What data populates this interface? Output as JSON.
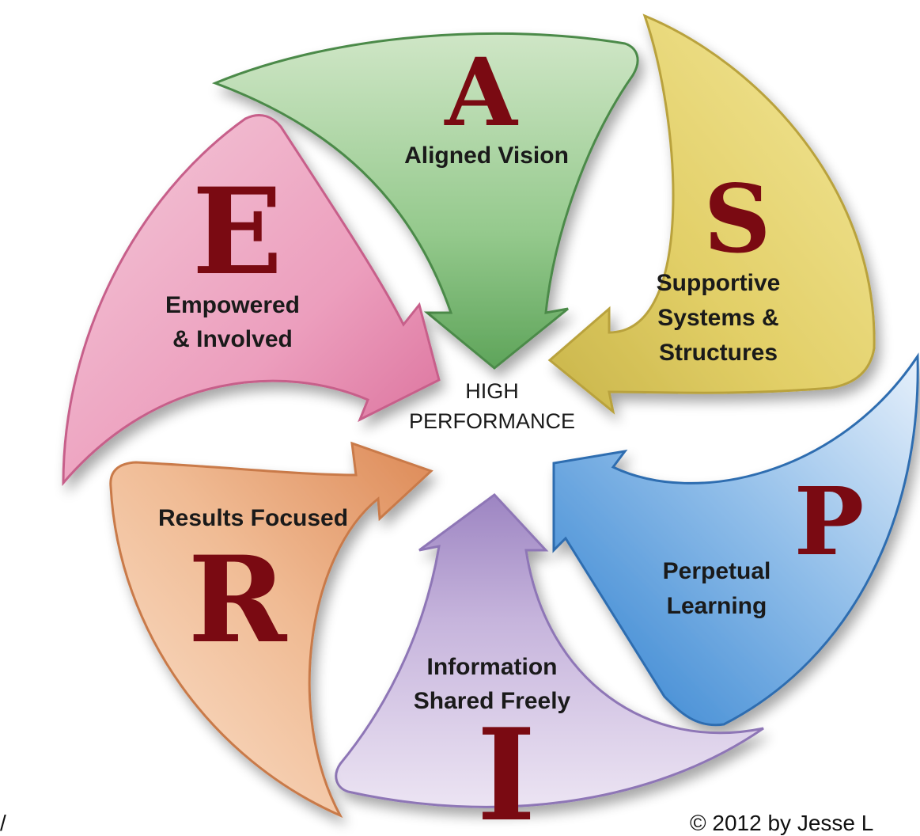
{
  "center": {
    "line1": "HIGH",
    "line2": "PERFORMANCE"
  },
  "segments": {
    "aligned": {
      "letter": "A",
      "lines": [
        "Aligned Vision"
      ],
      "color": "#8fc48a"
    },
    "supportive": {
      "letter": "S",
      "lines": [
        "Supportive",
        "Systems &",
        "Structures"
      ],
      "color": "#e6d36c"
    },
    "perpetual": {
      "letter": "P",
      "lines": [
        "Perpetual",
        "Learning"
      ],
      "color": "#3f8fd6"
    },
    "information": {
      "letter": "I",
      "lines": [
        "Information",
        "Shared Freely"
      ],
      "color": "#b9a3d4"
    },
    "results": {
      "letter": "R",
      "lines": [
        "Results Focused"
      ],
      "color": "#e9a77a"
    },
    "empowered": {
      "letter": "E",
      "lines": [
        "Empowered",
        "& Involved"
      ],
      "color": "#e88fb1"
    }
  },
  "footer": {
    "left_fragment": "/",
    "copyright": "© 2012 by Jesse L"
  }
}
